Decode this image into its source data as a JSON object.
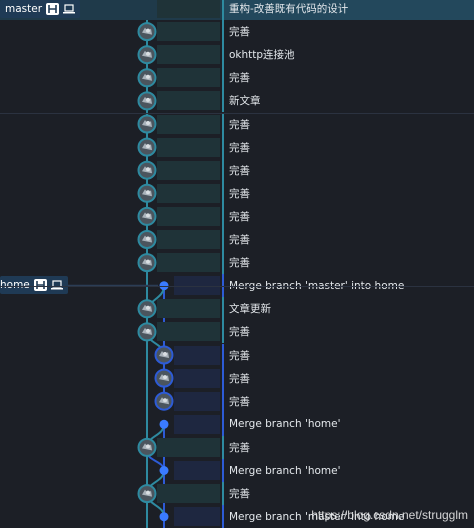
{
  "branches": {
    "master": "master",
    "home": "home"
  },
  "colors": {
    "lane0": "#2e8aa0",
    "lane1": "#2d5bd6",
    "background": "#1c1f26"
  },
  "icons": {
    "tag": "branch-merge-icon",
    "computer": "laptop-icon"
  },
  "commits": [
    {
      "message": "重构-改善既有代码的设计",
      "lane": 0,
      "selected": true
    },
    {
      "message": "完善",
      "lane": 0
    },
    {
      "message": "okhttp连接池",
      "lane": 0
    },
    {
      "message": "完善",
      "lane": 0
    },
    {
      "message": "新文章",
      "lane": 0
    },
    {
      "message": "完善",
      "lane": 0
    },
    {
      "message": "完善",
      "lane": 0
    },
    {
      "message": "完善",
      "lane": 0
    },
    {
      "message": "完善",
      "lane": 0
    },
    {
      "message": "完善",
      "lane": 0
    },
    {
      "message": "完善",
      "lane": 0
    },
    {
      "message": "完善",
      "lane": 0
    },
    {
      "message": "Merge branch 'master' into home",
      "lane": 1,
      "merge": true
    },
    {
      "message": "文章更新",
      "lane": 0
    },
    {
      "message": "完善",
      "lane": 0
    },
    {
      "message": "完善",
      "lane": 1
    },
    {
      "message": "完善",
      "lane": 1
    },
    {
      "message": "完善",
      "lane": 1
    },
    {
      "message": "Merge branch 'home'",
      "lane": 1,
      "merge": true
    },
    {
      "message": "完善",
      "lane": 0
    },
    {
      "message": "Merge branch 'home'",
      "lane": 1,
      "merge": true
    },
    {
      "message": "完善",
      "lane": 0
    },
    {
      "message": "Merge branch 'master' into home",
      "lane": 1,
      "merge": true
    }
  ],
  "watermark": "https://blog.csdn.net/strugglm"
}
